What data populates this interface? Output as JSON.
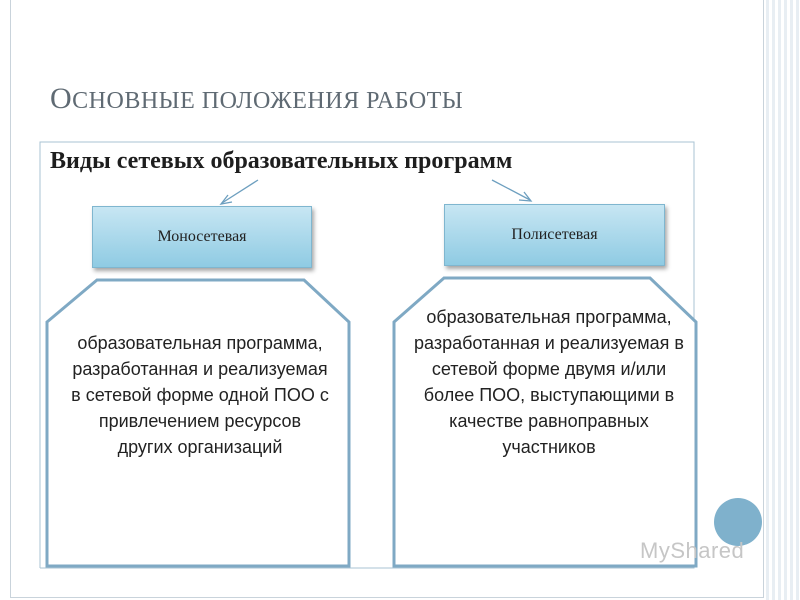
{
  "slide": {
    "title_first": "О",
    "title_rest": "СНОВНЫЕ ПОЛОЖЕНИЯ РАБОТЫ",
    "subtitle": "Виды сетевых образовательных программ"
  },
  "diagram": {
    "left": {
      "label": "Моносетевая",
      "definition": "образовательная программа, разработанная и реализуемая в сетевой форме одной ПОО с привлечением ресурсов других организаций"
    },
    "right": {
      "label": "Полисетевая",
      "definition": "образовательная программа, разработанная и реализуемая в сетевой форме двумя и/или более ПОО, выступающими в качестве равноправных участников"
    }
  },
  "watermark": "MyShared",
  "colors": {
    "title": "#5f6a73",
    "box_fill_top": "#c7e6f3",
    "box_fill_bottom": "#8fcbe3",
    "shape_stroke": "#7fa9c4",
    "accent_dot": "#7fb1cc"
  }
}
